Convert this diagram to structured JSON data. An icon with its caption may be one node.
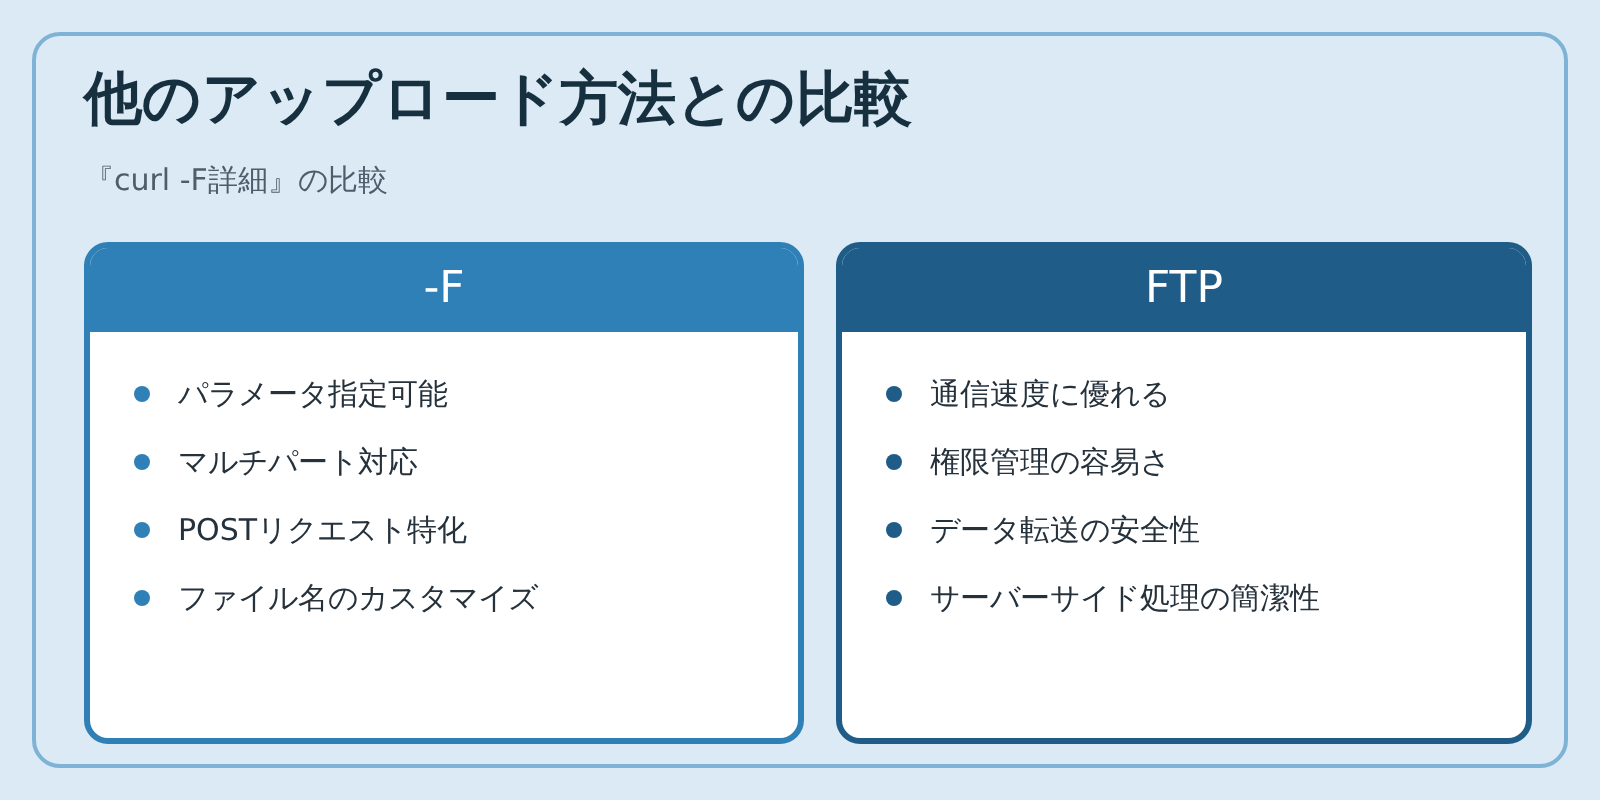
{
  "diagram": {
    "nodes": [
      {
        "text": [
          "他のアップロード方法との比較",
          "『curl -F詳細』の比較"
        ]
      },
      {
        "text": [
          "-F",
          "パラメータ指定可能",
          "マルチパート対応",
          "POSTリクエスト特化",
          "ファイル名のカスタマイズ"
        ],
        "in": 0
      },
      {
        "text": [
          "FTP",
          "通信速度に優れる",
          "権限管理の容易さ",
          "データ転送の安全性",
          "サーバーサイド処理の簡潔性"
        ],
        "in": 0
      }
    ],
    "edges": []
  }
}
